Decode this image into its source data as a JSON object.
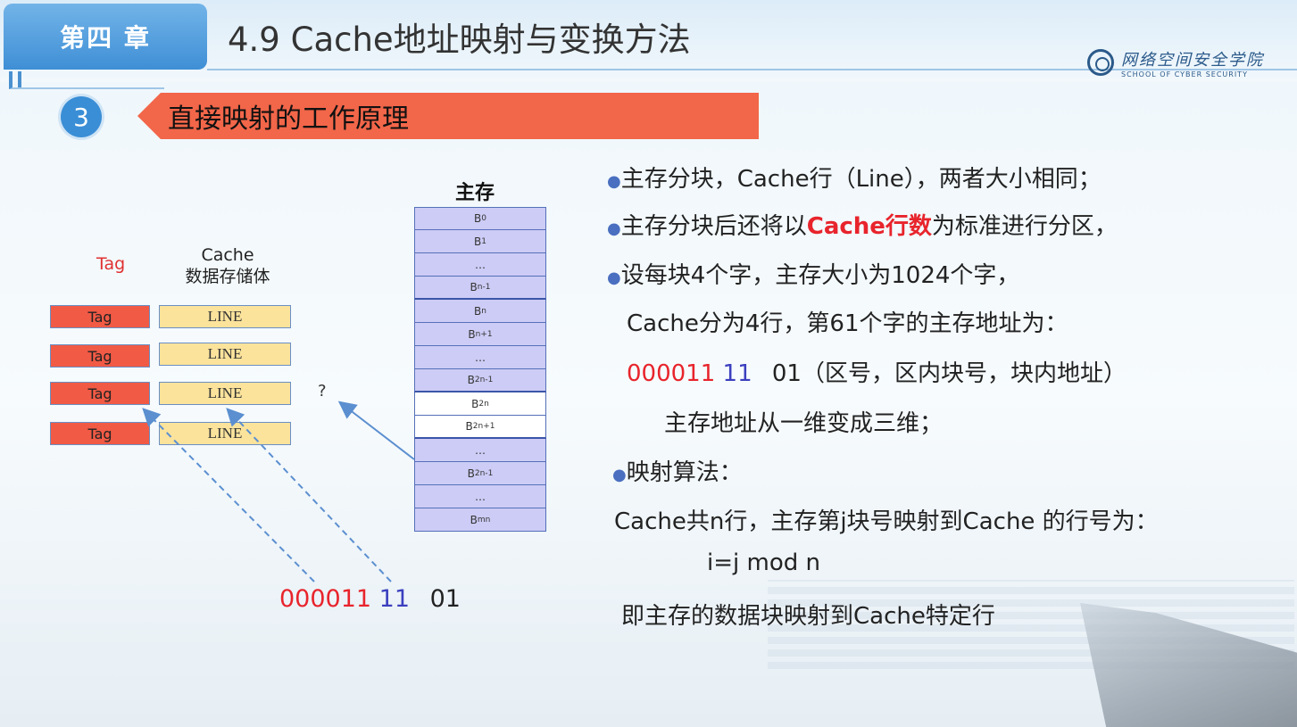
{
  "header": {
    "chapter": "第四 章",
    "title": "4.9 Cache地址映射与变换方法",
    "logo_cn": "网络空间安全学院",
    "logo_en": "SCHOOL OF CYBER SECURITY"
  },
  "section": {
    "number": "3",
    "title": "直接映射的工作原理"
  },
  "cache_diagram": {
    "tag_header": "Tag",
    "cache_header_line1": "Cache",
    "cache_header_line2": "数据存储体",
    "rows": [
      {
        "tag": "Tag",
        "line": "LINE"
      },
      {
        "tag": "Tag",
        "line": "LINE"
      },
      {
        "tag": "Tag",
        "line": "LINE"
      },
      {
        "tag": "Tag",
        "line": "LINE"
      }
    ],
    "question_mark": "?"
  },
  "main_memory": {
    "title": "主存",
    "blocks": [
      {
        "label": "B",
        "sub": "0",
        "fill": "lilac"
      },
      {
        "label": "B",
        "sub": "1",
        "fill": "lilac"
      },
      {
        "label": "…",
        "sub": "",
        "fill": "lilac"
      },
      {
        "label": "B",
        "sub": "n-1",
        "fill": "lilac",
        "sep": true
      },
      {
        "label": "B",
        "sub": "n",
        "fill": "lilac"
      },
      {
        "label": "B",
        "sub": "n+1",
        "fill": "lilac"
      },
      {
        "label": "…",
        "sub": "",
        "fill": "lilac"
      },
      {
        "label": "B",
        "sub": "2n-1",
        "fill": "lilac",
        "sep": true
      },
      {
        "label": "B",
        "sub": "2n",
        "fill": "white"
      },
      {
        "label": "B",
        "sub": "2n+1",
        "fill": "white",
        "sep": true
      },
      {
        "label": "…",
        "sub": "",
        "fill": "lilac"
      },
      {
        "label": "B",
        "sub": "2n-1",
        "fill": "lilac"
      },
      {
        "label": "…",
        "sub": "",
        "fill": "lilac"
      },
      {
        "label": "B",
        "sub": "mn",
        "fill": "lilac"
      }
    ]
  },
  "diagram_address": {
    "zone": "000011",
    "block": "11",
    "offset": "01"
  },
  "bullets": {
    "b1": "主存分块，Cache行（Line），两者大小相同；",
    "b2_pre": "主存分块后还将以",
    "b2_highlight": "Cache行数",
    "b2_post": "为标准进行分区，",
    "b3": "设每块4个字，主存大小为1024个字，",
    "b3_cont": "Cache分为4行，第61个字的主存地址为：",
    "addr_zone": "000011",
    "addr_block": "11",
    "addr_rest": "01（区号，区内块号，块内地址）",
    "b3_note": "主存地址从一维变成三维；",
    "b4": "映射算法：",
    "b4_line1": "Cache共n行，主存第j块号映射到Cache 的行号为：",
    "b4_formula": "i=j mod n",
    "b4_line2": "即主存的数据块映射到Cache特定行"
  },
  "colors": {
    "chapter_tab": "#3f8fd6",
    "section_banner": "#f26649",
    "tag_cell": "#f15a45",
    "line_cell": "#fbe39c",
    "memory_block": "#cdccf6",
    "highlight_red": "#e8242c",
    "block_blue": "#3b3fbf"
  }
}
